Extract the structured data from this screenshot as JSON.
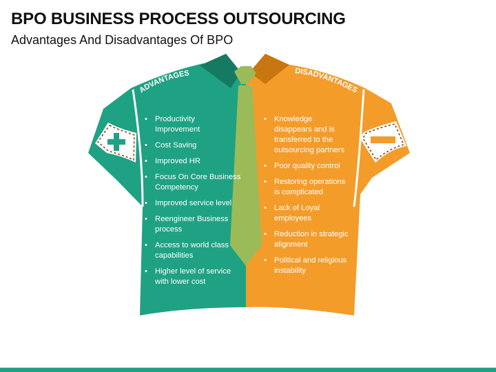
{
  "header": {
    "title": "BPO BUSINESS PROCESS OUTSOURCING",
    "subtitle": "Advantages And Disadvantages Of BPO"
  },
  "advantages": {
    "label": "ADVANTAGES",
    "color": "#1fa283",
    "collar_color": "#167a62",
    "icon": "plus-icon",
    "items": [
      "Productivity Improvement",
      "Cost Saving",
      "Improved HR",
      "Focus On Core Business Competency",
      "Improved service level",
      "Reengineer Business process",
      "Access to world class capabilities",
      "Higher level of service with lower cost"
    ]
  },
  "disadvantages": {
    "label": "DISADVANTAGES",
    "color": "#f39c2a",
    "collar_color": "#c8760f",
    "icon": "minus-icon",
    "items": [
      "Knowledge disappears and is transferred to the outsourcing partners",
      "Poor quality control",
      "Restoring operations is complicated",
      "Lack of Loyal employees",
      "Reduction in strategic alignment",
      "Political and religious instability"
    ]
  },
  "tie": {
    "color": "#9bbb59"
  },
  "footer": {
    "bar_color": "#1fa283"
  }
}
